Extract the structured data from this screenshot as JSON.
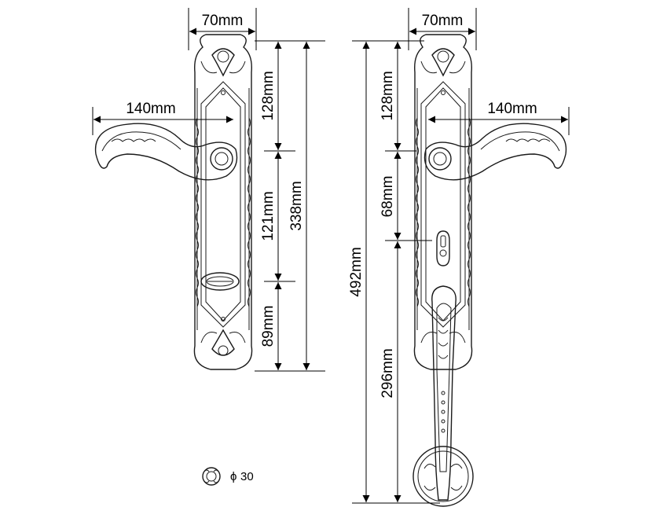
{
  "left_view": {
    "width_label": "70mm",
    "lever_label": "140mm",
    "upper_label": "128mm",
    "middle_label": "121mm",
    "lower_label": "89mm",
    "total_label": "338mm"
  },
  "right_view": {
    "width_label": "70mm",
    "lever_label": "140mm",
    "upper_label": "128mm",
    "middle_label": "68mm",
    "lower_label": "296mm",
    "total_label": "492mm"
  },
  "rosette": {
    "symbol": "ϕ",
    "value": "30"
  }
}
